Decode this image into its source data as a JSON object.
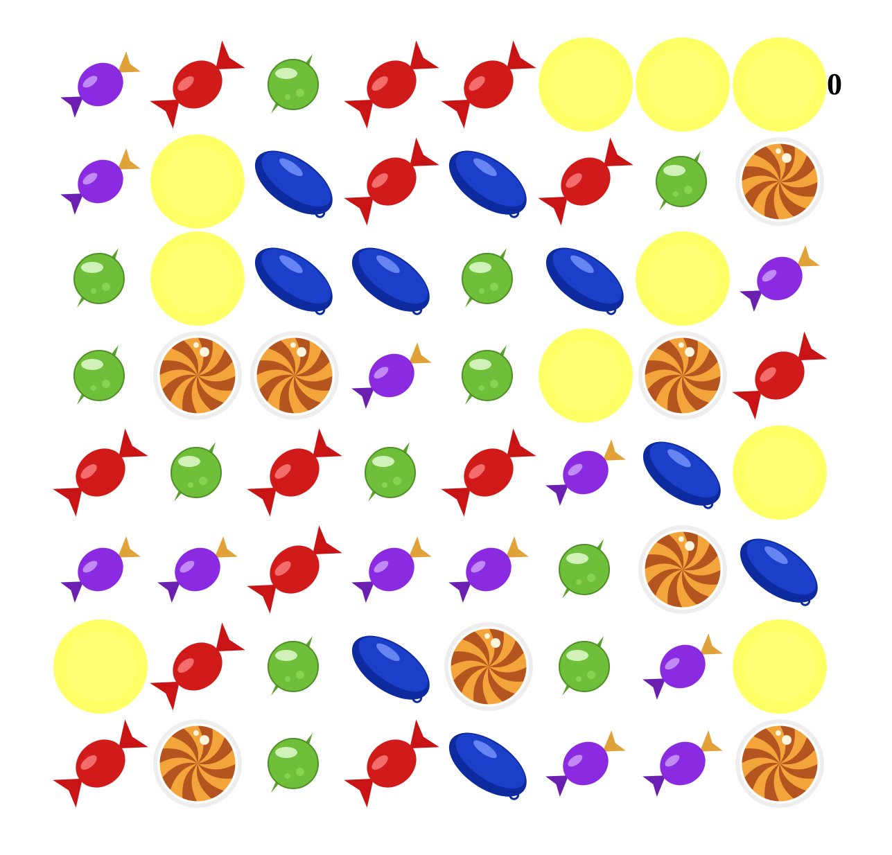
{
  "score": "0",
  "candy_colors": {
    "purple": "#8a2be2",
    "red": "#d11a1a",
    "green": "#6fbf3a",
    "yellow": "#ffff66",
    "blue": "#1c3fc9",
    "swirl_orange": "#f3a43a",
    "swirl_brown": "#b4541e"
  },
  "board": [
    [
      "purple",
      "red",
      "green",
      "red",
      "red",
      "yellow",
      "yellow",
      "yellow"
    ],
    [
      "purple",
      "yellow",
      "blue",
      "red",
      "blue",
      "red",
      "green",
      "swirl"
    ],
    [
      "green",
      "yellow",
      "blue",
      "blue",
      "green",
      "blue",
      "yellow",
      "purple"
    ],
    [
      "green",
      "swirl",
      "swirl",
      "purple",
      "green",
      "yellow",
      "swirl",
      "red"
    ],
    [
      "red",
      "green",
      "red",
      "green",
      "red",
      "purple",
      "blue",
      "yellow"
    ],
    [
      "purple",
      "purple",
      "red",
      "purple",
      "purple",
      "green",
      "swirl",
      "blue"
    ],
    [
      "yellow",
      "red",
      "green",
      "blue",
      "swirl",
      "green",
      "purple",
      "yellow"
    ],
    [
      "red",
      "swirl",
      "green",
      "red",
      "blue",
      "purple",
      "purple",
      "swirl"
    ]
  ],
  "icon_names": {
    "purple": "purple-wrapped-candy-icon",
    "red": "red-wrapped-candy-icon",
    "green": "green-round-candy-icon",
    "yellow": "yellow-lemon-drop-icon",
    "blue": "blue-jellybean-candy-icon",
    "swirl": "orange-swirl-lollipop-icon"
  }
}
